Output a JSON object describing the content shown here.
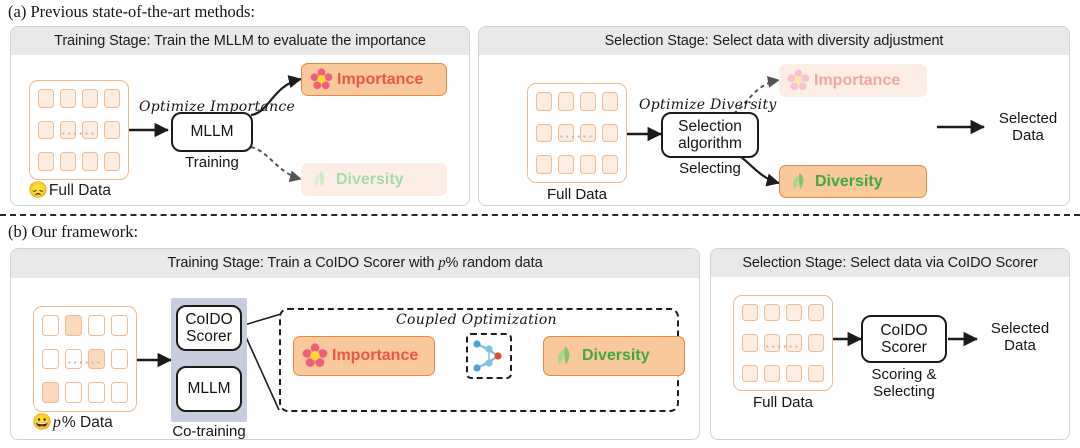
{
  "figure": {
    "caption_a": "(a) Previous state-of-the-art methods:",
    "caption_b": "(b) Our framework:"
  },
  "colors": {
    "header_bg": "#e9e9e9",
    "panel_border": "#d2d2d2",
    "chip_active_bg": "#f9c89b",
    "chip_active_border": "#e08b43",
    "chip_faded_bg": "#fdeee5",
    "importance_text": "#ec5646",
    "importance_text_faded": "#f2a7a1",
    "diversity_text": "#3faa3c",
    "diversity_text_faded": "#a6dca4",
    "grid_border": "#f2b98a",
    "grid_cell_fill": "#fdece0",
    "cotraining_bg": "#c6cede",
    "arrow": "#1c1c1c"
  },
  "panel_a_training": {
    "header": "Training Stage: Train the MLLM to evaluate the importance",
    "data_label": "Full Data",
    "data_emoji": "😞",
    "grid_dots": "......",
    "process_box": "MLLM",
    "process_sublabel": "Training",
    "arrow_label": "Optimize Importance",
    "chip_importance": "Importance",
    "chip_diversity": "Diversity",
    "importance_state": "active",
    "diversity_state": "faded"
  },
  "panel_a_selection": {
    "header": "Selection Stage: Select data with diversity adjustment",
    "data_label": "Full Data",
    "grid_dots": "......",
    "process_box_line1": "Selection",
    "process_box_line2": "algorithm",
    "process_sublabel": "Selecting",
    "arrow_label": "Optimize Diversity",
    "chip_importance": "Importance",
    "chip_diversity": "Diversity",
    "importance_state": "faded",
    "diversity_state": "active",
    "output_line1": "Selected",
    "output_line2": "Data"
  },
  "panel_b_training": {
    "header_pre": "Training Stage: Train a CoIDO Scorer with ",
    "header_var": "p",
    "header_post": "% random data",
    "data_label_var": "p",
    "data_label_post": "% Data",
    "data_emoji": "😀",
    "grid_dots": "......",
    "box_scorer_line1": "CoIDO",
    "box_scorer_line2": "Scorer",
    "box_mllm": "MLLM",
    "cotraining_label": "Co-training",
    "coupled_label": "Coupled Optimization",
    "chip_importance": "Importance",
    "chip_diversity": "Diversity",
    "importance_state": "active",
    "diversity_state": "active"
  },
  "panel_b_selection": {
    "header": "Selection Stage:  Select data via CoIDO Scorer",
    "data_label": "Full Data",
    "grid_dots": "......",
    "box_line1": "CoIDO",
    "box_line2": "Scorer",
    "sublabel_line1": "Scoring &",
    "sublabel_line2": "Selecting",
    "output_line1": "Selected",
    "output_line2": "Data"
  }
}
